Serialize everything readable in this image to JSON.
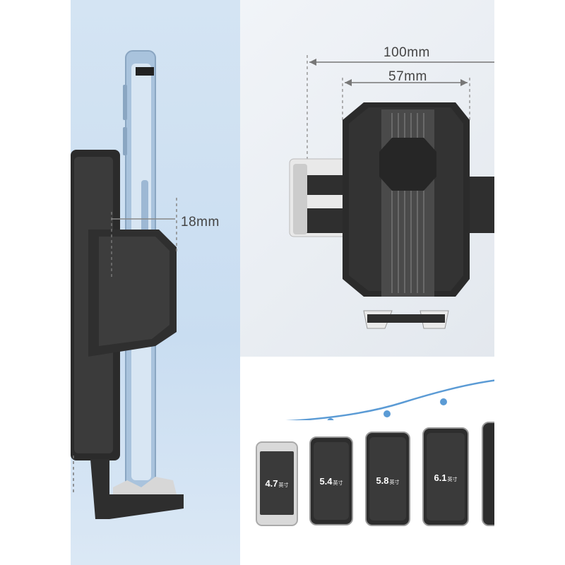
{
  "dimensions": {
    "depth": "18mm",
    "max_width": "100mm",
    "min_width": "57mm"
  },
  "phones": [
    {
      "size": "4.7",
      "unit": "英寸"
    },
    {
      "size": "5.4",
      "unit": "英寸"
    },
    {
      "size": "5.8",
      "unit": "英寸"
    },
    {
      "size": "6.1",
      "unit": "英寸"
    }
  ],
  "colors": {
    "left_background": "#cfe0f2",
    "curve": "#5b9bd5",
    "holder": "#2b2b2b",
    "phone_screen": "#3a3a3a"
  }
}
